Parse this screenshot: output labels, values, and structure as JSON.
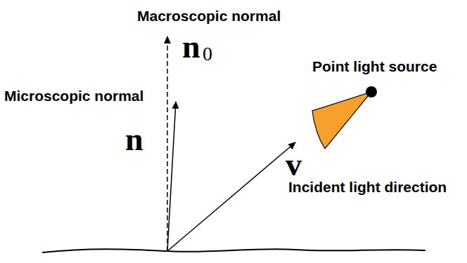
{
  "diagram": {
    "labels": [
      "Macroscopic normal",
      "n",
      "0",
      "Microscopic normal",
      "n",
      "Point light source",
      "v",
      "Incident light direction"
    ]
  }
}
